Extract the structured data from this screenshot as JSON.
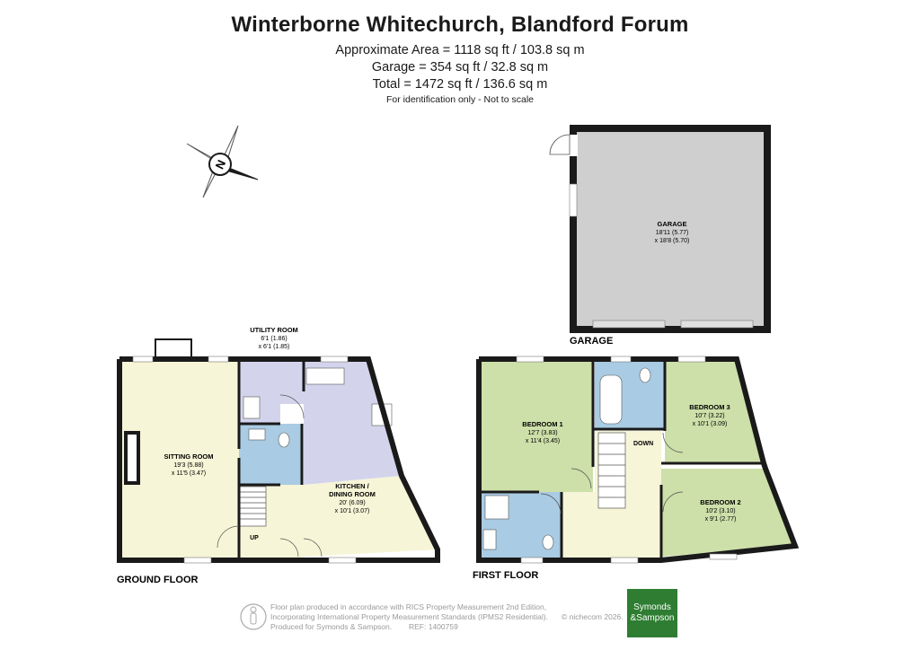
{
  "header": {
    "title": "Winterborne Whitechurch, Blandford Forum",
    "area_main": "Approximate Area = 1118 sq ft / 103.8 sq m",
    "area_garage": "Garage = 354 sq ft / 32.8 sq m",
    "area_total": "Total = 1472 sq ft / 136.6 sq m",
    "note": "For identification only - Not to scale"
  },
  "compass": {
    "letter": "N"
  },
  "colors": {
    "sitting": "#f6f5d7",
    "kitchen": "#d3d4ec",
    "bathroom": "#a9cbe3",
    "bedroom": "#cde0a9",
    "hall": "#f6f5d7",
    "garage": "#cfcfcf",
    "wall": "#1a1a1a",
    "brand": "#2e7d32"
  },
  "floors": {
    "ground_label": "GROUND FLOOR",
    "first_label": "FIRST FLOOR",
    "garage_label": "GARAGE"
  },
  "rooms": {
    "garage": {
      "name": "GARAGE",
      "dim1": "18'11 (5.77)",
      "dim2": "x 18'8 (5.70)"
    },
    "utility": {
      "name": "UTILITY ROOM",
      "dim1": "6'1 (1.86)",
      "dim2": "x 6'1 (1.85)"
    },
    "sitting": {
      "name": "SITTING ROOM",
      "dim1": "19'3 (5.88)",
      "dim2": "x 11'5 (3.47)"
    },
    "kitchen": {
      "name1": "KITCHEN /",
      "name2": "DINING ROOM",
      "dim1": "20' (6.09)",
      "dim2": "x 10'1 (3.07)"
    },
    "bedroom1": {
      "name": "BEDROOM 1",
      "dim1": "12'7 (3.83)",
      "dim2": "x 11'4 (3.45)"
    },
    "bedroom2": {
      "name": "BEDROOM 2",
      "dim1": "10'2 (3.10)",
      "dim2": "x 9'1 (2.77)"
    },
    "bedroom3": {
      "name": "BEDROOM 3",
      "dim1": "10'7 (3.22)",
      "dim2": "x 10'1 (3.09)"
    }
  },
  "stairs": {
    "up": "UP",
    "down": "DOWN"
  },
  "footer": {
    "line1": "Floor plan produced in accordance with RICS Property Measurement 2nd Edition,",
    "line2": "Incorporating International Property Measurement Standards (IPMS2 Residential).",
    "line3": "Produced for Symonds & Sampson.",
    "ref": "REF: 1400759",
    "copyright": "© nichecom 2026.",
    "logo_line1": "Symonds",
    "logo_line2": "&Sampson"
  }
}
